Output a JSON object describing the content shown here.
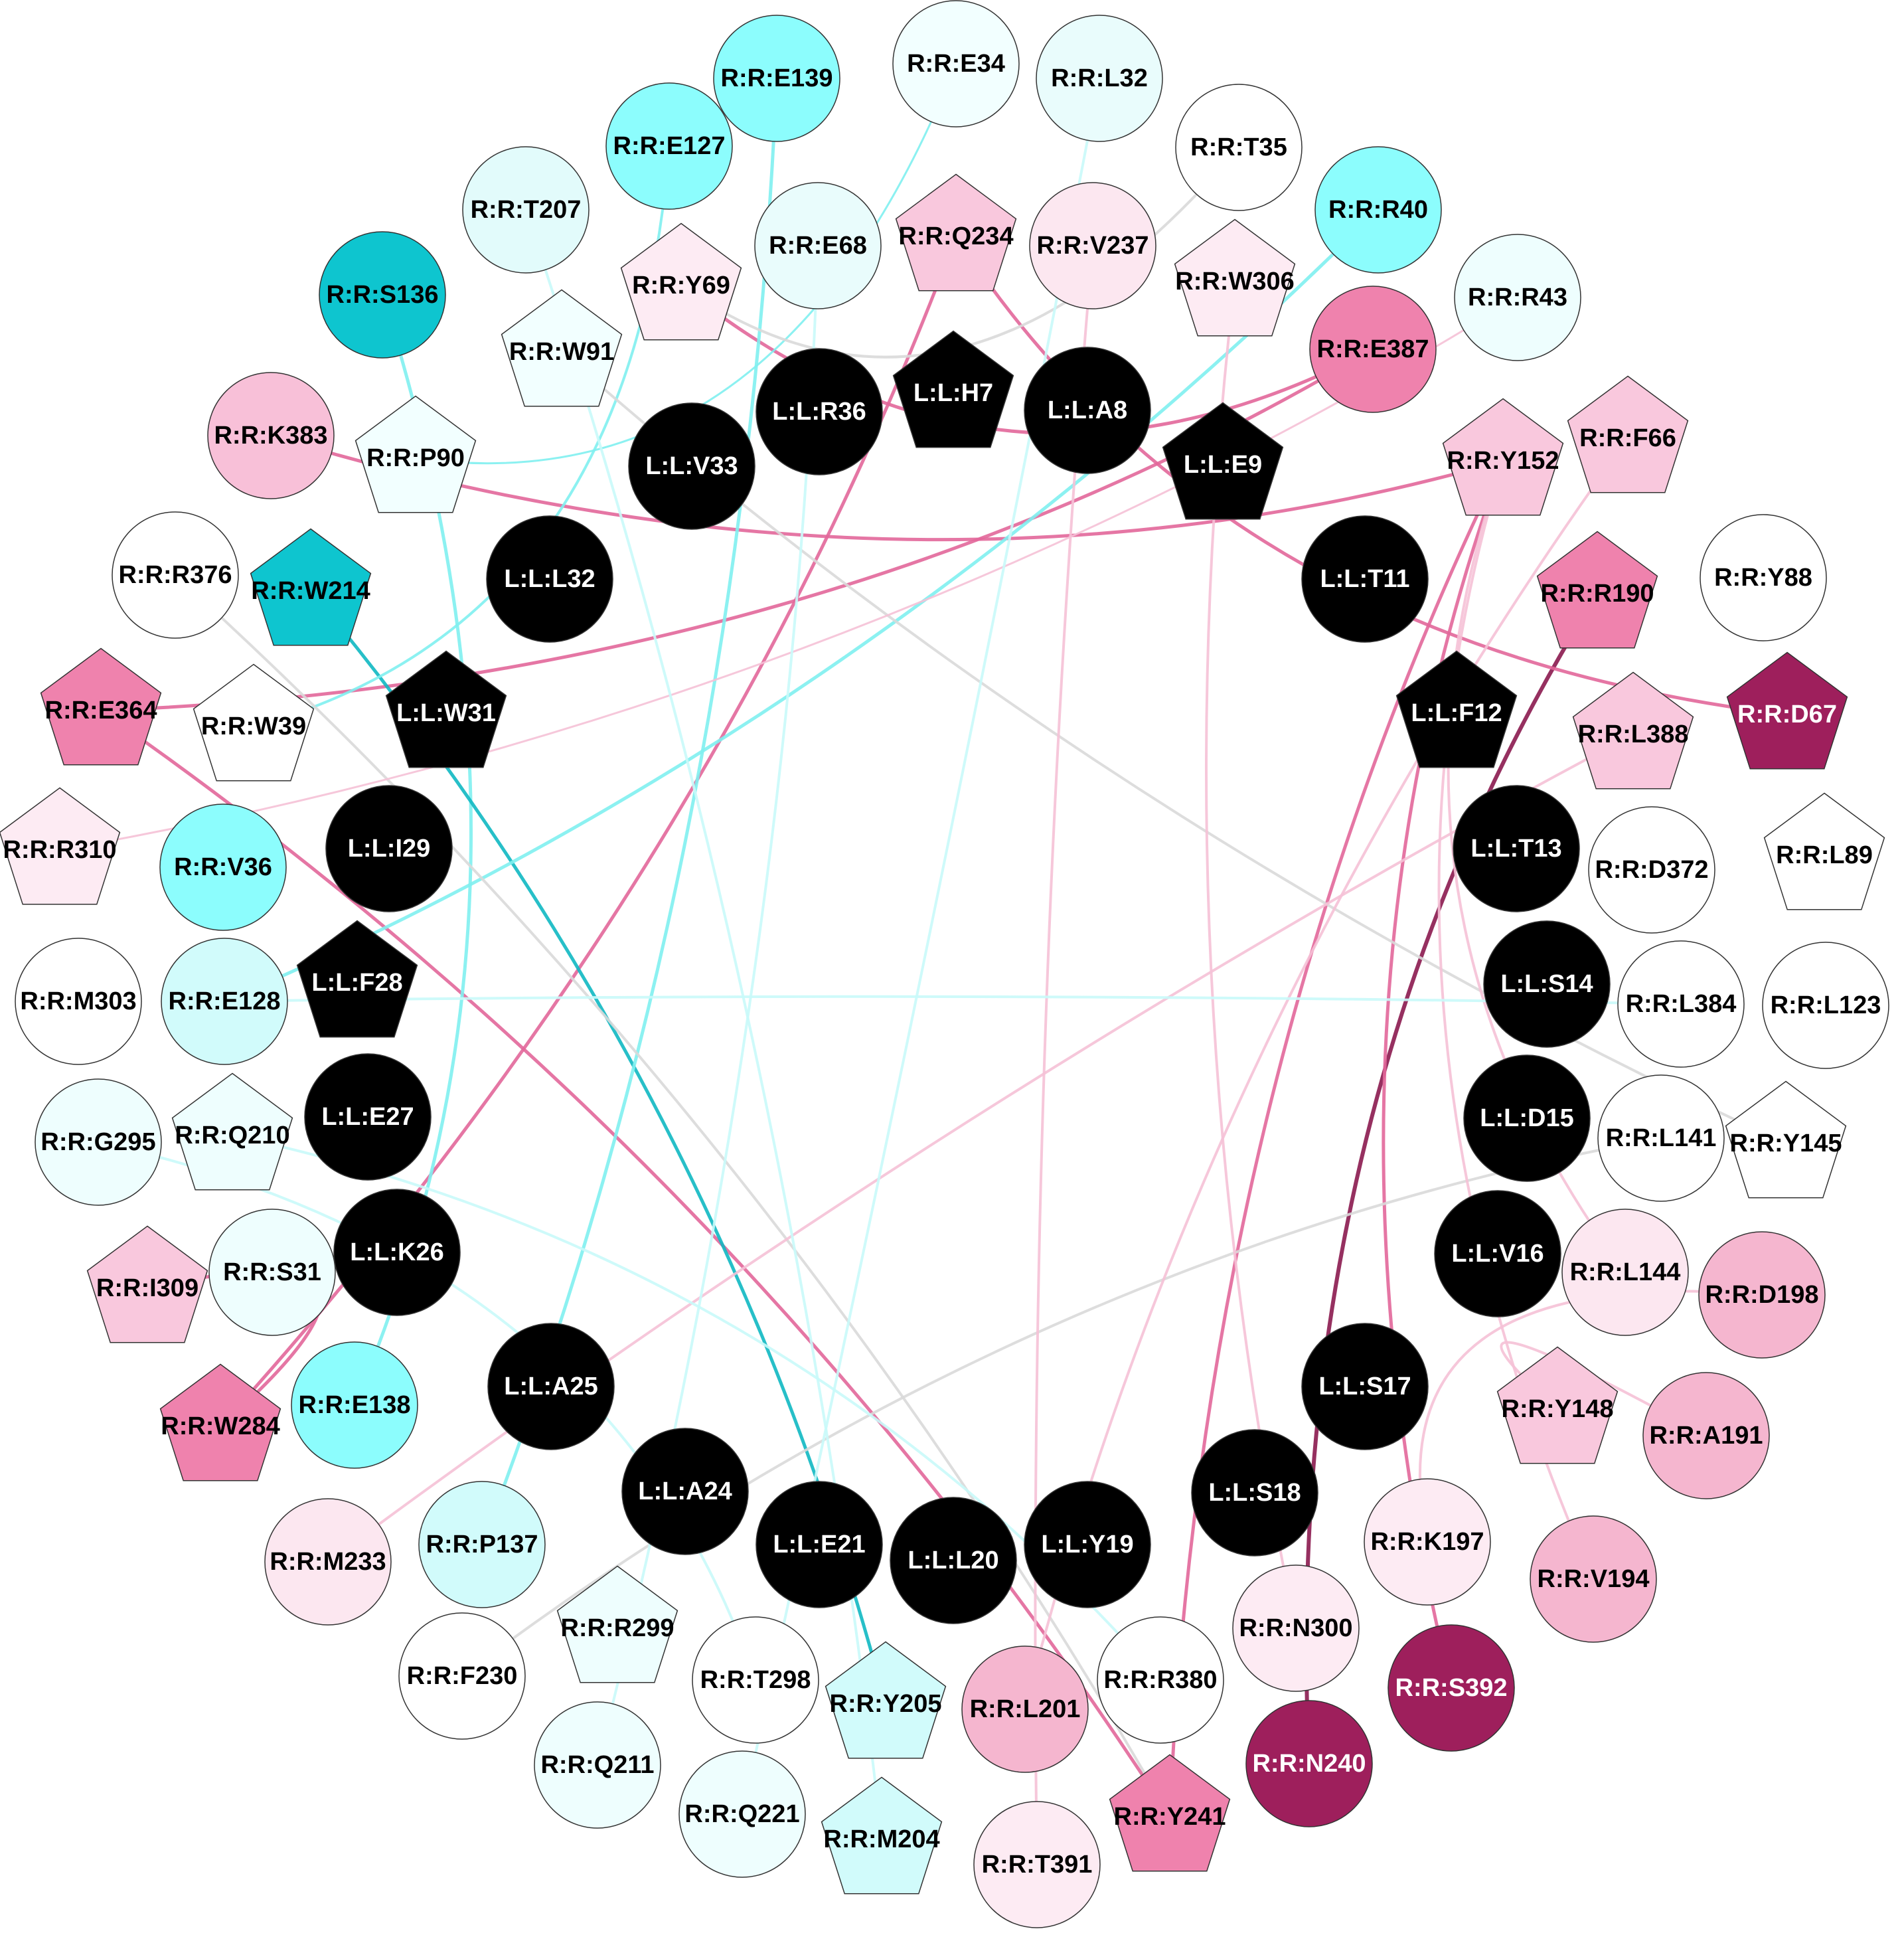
{
  "colors": {
    "ligand": "#000000",
    "ligand_text": "#ffffff",
    "node_stroke": "#333333",
    "edge_pink": "#e2679a",
    "edge_dark": "#8b1a4f",
    "edge_cyan": "#7fefef",
    "edge_teal": "#0fb8c2",
    "edge_gray": "#d9d9d9"
  },
  "nodes": [
    {
      "id": "R:R:E139",
      "shape": "circle",
      "fill": "#8cfdfd"
    },
    {
      "id": "R:R:E34",
      "shape": "circle",
      "fill": "#f2ffff"
    },
    {
      "id": "R:R:L32",
      "shape": "circle",
      "fill": "#e9fcfc"
    },
    {
      "id": "R:R:T35",
      "shape": "circle",
      "fill": "#ffffff"
    },
    {
      "id": "R:R:E127",
      "shape": "circle",
      "fill": "#8cfdfd"
    },
    {
      "id": "R:R:T207",
      "shape": "circle",
      "fill": "#e2fbfb"
    },
    {
      "id": "R:R:E68",
      "shape": "circle",
      "fill": "#e9fcfc"
    },
    {
      "id": "R:R:Q234",
      "shape": "pentagon",
      "fill": "#f9c8dd"
    },
    {
      "id": "R:R:V237",
      "shape": "circle",
      "fill": "#fce7f0"
    },
    {
      "id": "R:R:R40",
      "shape": "circle",
      "fill": "#8cfdfd"
    },
    {
      "id": "R:R:S136",
      "shape": "circle",
      "fill": "#0ec5cf"
    },
    {
      "id": "R:R:Y69",
      "shape": "pentagon",
      "fill": "#fdebf3"
    },
    {
      "id": "R:R:W306",
      "shape": "pentagon",
      "fill": "#fdebf3"
    },
    {
      "id": "R:R:R43",
      "shape": "circle",
      "fill": "#eefefe"
    },
    {
      "id": "R:R:W91",
      "shape": "pentagon",
      "fill": "#f2ffff"
    },
    {
      "id": "R:R:E387",
      "shape": "circle",
      "fill": "#ef82ad"
    },
    {
      "id": "R:R:K383",
      "shape": "circle",
      "fill": "#f8c0d8"
    },
    {
      "id": "R:R:P90",
      "shape": "pentagon",
      "fill": "#f2ffff"
    },
    {
      "id": "R:R:Y152",
      "shape": "pentagon",
      "fill": "#f9c8dd"
    },
    {
      "id": "R:R:F66",
      "shape": "pentagon",
      "fill": "#f9c8dd"
    },
    {
      "id": "R:R:R376",
      "shape": "circle",
      "fill": "#ffffff"
    },
    {
      "id": "R:R:W214",
      "shape": "pentagon",
      "fill": "#0ec5cf"
    },
    {
      "id": "R:R:R190",
      "shape": "pentagon",
      "fill": "#ef82ad"
    },
    {
      "id": "R:R:Y88",
      "shape": "circle",
      "fill": "#ffffff"
    },
    {
      "id": "R:R:E364",
      "shape": "pentagon",
      "fill": "#ef82ad"
    },
    {
      "id": "R:R:W39",
      "shape": "pentagon",
      "fill": "#ffffff"
    },
    {
      "id": "R:R:L388",
      "shape": "pentagon",
      "fill": "#f9c8dd"
    },
    {
      "id": "R:R:D67",
      "shape": "pentagon",
      "fill": "#9e1f5c",
      "text": "#ffffff"
    },
    {
      "id": "R:R:R310",
      "shape": "pentagon",
      "fill": "#fdebf3"
    },
    {
      "id": "R:R:V36",
      "shape": "circle",
      "fill": "#8cfdfd"
    },
    {
      "id": "R:R:D372",
      "shape": "circle",
      "fill": "#ffffff"
    },
    {
      "id": "R:R:L89",
      "shape": "pentagon",
      "fill": "#ffffff"
    },
    {
      "id": "R:R:M303",
      "shape": "circle",
      "fill": "#ffffff"
    },
    {
      "id": "R:R:E128",
      "shape": "circle",
      "fill": "#d1fbfb"
    },
    {
      "id": "R:R:L384",
      "shape": "circle",
      "fill": "#ffffff"
    },
    {
      "id": "R:R:L123",
      "shape": "circle",
      "fill": "#ffffff"
    },
    {
      "id": "R:R:G295",
      "shape": "circle",
      "fill": "#eefefe"
    },
    {
      "id": "R:R:Q210",
      "shape": "pentagon",
      "fill": "#eefefe"
    },
    {
      "id": "R:R:L141",
      "shape": "circle",
      "fill": "#ffffff"
    },
    {
      "id": "R:R:Y145",
      "shape": "pentagon",
      "fill": "#ffffff"
    },
    {
      "id": "R:R:I309",
      "shape": "pentagon",
      "fill": "#f9c8dd"
    },
    {
      "id": "R:R:S31",
      "shape": "circle",
      "fill": "#eefefe"
    },
    {
      "id": "R:R:L144",
      "shape": "circle",
      "fill": "#fce7f0"
    },
    {
      "id": "R:R:D198",
      "shape": "circle",
      "fill": "#f5b6cf"
    },
    {
      "id": "R:R:W284",
      "shape": "pentagon",
      "fill": "#ef82ad"
    },
    {
      "id": "R:R:E138",
      "shape": "circle",
      "fill": "#8cfdfd"
    },
    {
      "id": "R:R:Y148",
      "shape": "pentagon",
      "fill": "#f9c8dd"
    },
    {
      "id": "R:R:A191",
      "shape": "circle",
      "fill": "#f5b6cf"
    },
    {
      "id": "R:R:M233",
      "shape": "circle",
      "fill": "#fce7f0"
    },
    {
      "id": "R:R:P137",
      "shape": "circle",
      "fill": "#d1fbfb"
    },
    {
      "id": "R:R:K197",
      "shape": "circle",
      "fill": "#fdebf3"
    },
    {
      "id": "R:R:V194",
      "shape": "circle",
      "fill": "#f5b6cf"
    },
    {
      "id": "R:R:R299",
      "shape": "pentagon",
      "fill": "#eefefe"
    },
    {
      "id": "R:R:N300",
      "shape": "circle",
      "fill": "#fdebf3"
    },
    {
      "id": "R:R:F230",
      "shape": "circle",
      "fill": "#ffffff"
    },
    {
      "id": "R:R:T298",
      "shape": "circle",
      "fill": "#ffffff"
    },
    {
      "id": "R:R:Y205",
      "shape": "pentagon",
      "fill": "#d1fbfb"
    },
    {
      "id": "R:R:L201",
      "shape": "circle",
      "fill": "#f5b6cf"
    },
    {
      "id": "R:R:R380",
      "shape": "circle",
      "fill": "#ffffff"
    },
    {
      "id": "R:R:S392",
      "shape": "circle",
      "fill": "#9e1f5c",
      "text": "#ffffff"
    },
    {
      "id": "R:R:Q211",
      "shape": "circle",
      "fill": "#eefefe"
    },
    {
      "id": "R:R:N240",
      "shape": "circle",
      "fill": "#9e1f5c",
      "text": "#ffffff"
    },
    {
      "id": "R:R:Q221",
      "shape": "circle",
      "fill": "#eefefe"
    },
    {
      "id": "R:R:Y241",
      "shape": "pentagon",
      "fill": "#ef82ad"
    },
    {
      "id": "R:R:M204",
      "shape": "pentagon",
      "fill": "#d1fbfb"
    },
    {
      "id": "R:R:T391",
      "shape": "circle",
      "fill": "#fdebf3"
    },
    {
      "id": "L:L:R36",
      "shape": "circle",
      "fill": "#000000",
      "text": "#ffffff"
    },
    {
      "id": "L:L:H7",
      "shape": "pentagon",
      "fill": "#000000",
      "text": "#ffffff"
    },
    {
      "id": "L:L:A8",
      "shape": "circle",
      "fill": "#000000",
      "text": "#ffffff"
    },
    {
      "id": "L:L:V33",
      "shape": "circle",
      "fill": "#000000",
      "text": "#ffffff"
    },
    {
      "id": "L:L:E9",
      "shape": "pentagon",
      "fill": "#000000",
      "text": "#ffffff"
    },
    {
      "id": "L:L:L32",
      "shape": "circle",
      "fill": "#000000",
      "text": "#ffffff"
    },
    {
      "id": "L:L:T11",
      "shape": "circle",
      "fill": "#000000",
      "text": "#ffffff"
    },
    {
      "id": "L:L:W31",
      "shape": "pentagon",
      "fill": "#000000",
      "text": "#ffffff"
    },
    {
      "id": "L:L:F12",
      "shape": "pentagon",
      "fill": "#000000",
      "text": "#ffffff"
    },
    {
      "id": "L:L:I29",
      "shape": "circle",
      "fill": "#000000",
      "text": "#ffffff"
    },
    {
      "id": "L:L:T13",
      "shape": "circle",
      "fill": "#000000",
      "text": "#ffffff"
    },
    {
      "id": "L:L:F28",
      "shape": "pentagon",
      "fill": "#000000",
      "text": "#ffffff"
    },
    {
      "id": "L:L:S14",
      "shape": "circle",
      "fill": "#000000",
      "text": "#ffffff"
    },
    {
      "id": "L:L:E27",
      "shape": "circle",
      "fill": "#000000",
      "text": "#ffffff"
    },
    {
      "id": "L:L:D15",
      "shape": "circle",
      "fill": "#000000",
      "text": "#ffffff"
    },
    {
      "id": "L:L:K26",
      "shape": "circle",
      "fill": "#000000",
      "text": "#ffffff"
    },
    {
      "id": "L:L:V16",
      "shape": "circle",
      "fill": "#000000",
      "text": "#ffffff"
    },
    {
      "id": "L:L:S17",
      "shape": "circle",
      "fill": "#000000",
      "text": "#ffffff"
    },
    {
      "id": "L:L:A25",
      "shape": "circle",
      "fill": "#000000",
      "text": "#ffffff"
    },
    {
      "id": "L:L:A24",
      "shape": "circle",
      "fill": "#000000",
      "text": "#ffffff"
    },
    {
      "id": "L:L:S18",
      "shape": "circle",
      "fill": "#000000",
      "text": "#ffffff"
    },
    {
      "id": "L:L:E21",
      "shape": "circle",
      "fill": "#000000",
      "text": "#ffffff"
    },
    {
      "id": "L:L:L20",
      "shape": "circle",
      "fill": "#000000",
      "text": "#ffffff"
    },
    {
      "id": "L:L:Y19",
      "shape": "circle",
      "fill": "#000000",
      "text": "#ffffff"
    }
  ],
  "edges": [
    {
      "source": "R:R:K383",
      "target": "R:R:Y152",
      "color": "#e2679a",
      "width": 5
    },
    {
      "source": "R:R:Y69",
      "target": "R:R:E387",
      "color": "#e2679a",
      "width": 5
    },
    {
      "source": "R:R:E364",
      "target": "R:R:E387",
      "color": "#e2679a",
      "width": 5
    },
    {
      "source": "R:R:R190",
      "target": "R:R:N240",
      "color": "#8b1a4f",
      "width": 6
    },
    {
      "source": "R:R:Y152",
      "target": "R:R:S392",
      "color": "#e2679a",
      "width": 5
    },
    {
      "source": "R:R:Q234",
      "target": "R:R:D67",
      "color": "#e2679a",
      "width": 5
    },
    {
      "source": "R:R:E364",
      "target": "R:R:Y241",
      "color": "#e2679a",
      "width": 5
    },
    {
      "source": "R:R:W284",
      "target": "R:R:Q234",
      "color": "#e2679a",
      "width": 5
    },
    {
      "source": "R:R:W284",
      "target": "R:R:I309",
      "color": "#e2679a",
      "width": 5
    },
    {
      "source": "R:R:Y241",
      "target": "R:R:Y152",
      "color": "#e2679a",
      "width": 5
    },
    {
      "source": "R:R:S136",
      "target": "R:R:E138",
      "color": "#7fefef",
      "width": 5
    },
    {
      "source": "R:R:E138",
      "target": "R:R:Y19",
      "color": "#0fb8c2",
      "width": 6
    },
    {
      "source": "R:R:W214",
      "target": "R:R:Y205",
      "color": "#0fb8c2",
      "width": 5
    },
    {
      "source": "R:R:V36",
      "target": "R:R:F28",
      "color": "#0fb8c2",
      "width": 6
    },
    {
      "source": "R:R:R40",
      "target": "R:R:E128",
      "color": "#7fefef",
      "width": 5
    },
    {
      "source": "R:R:E139",
      "target": "R:R:P137",
      "color": "#7fefef",
      "width": 5
    },
    {
      "source": "R:R:E127",
      "target": "R:R:W39",
      "color": "#7fefef",
      "width": 4
    },
    {
      "source": "R:R:R299",
      "target": "R:R:S17",
      "color": "#7fefef",
      "width": 5
    },
    {
      "source": "R:R:S31",
      "target": "R:R:S17",
      "color": "#7fefef",
      "width": 5
    },
    {
      "source": "R:R:E34",
      "target": "R:R:P90",
      "color": "#7fefef",
      "width": 3
    },
    {
      "source": "R:R:W91",
      "target": "R:R:Y145",
      "color": "#d9d9d9",
      "width": 4
    },
    {
      "source": "R:R:T35",
      "target": "R:R:Y69",
      "color": "#d9d9d9",
      "width": 4
    },
    {
      "source": "R:R:R376",
      "target": "R:R:Y241",
      "color": "#d9d9d9",
      "width": 4
    },
    {
      "source": "R:R:F230",
      "target": "R:R:L141",
      "color": "#d9d9d9",
      "width": 4
    },
    {
      "source": "R:R:R43",
      "target": "R:R:R310",
      "color": "#f5c1d6",
      "width": 3
    },
    {
      "source": "R:R:V237",
      "target": "R:R:T391",
      "color": "#f5c1d6",
      "width": 4
    },
    {
      "source": "R:R:L388",
      "target": "R:R:M233",
      "color": "#f5c1d6",
      "width": 4
    },
    {
      "source": "R:R:D198",
      "target": "R:R:K197",
      "color": "#f5c1d6",
      "width": 4
    },
    {
      "source": "R:R:A191",
      "target": "R:R:Y148",
      "color": "#f5c1d6",
      "width": 4
    },
    {
      "source": "R:R:V194",
      "target": "R:R:Y152",
      "color": "#f5c1d6",
      "width": 4
    },
    {
      "source": "R:R:F66",
      "target": "R:R:L201",
      "color": "#f5c1d6",
      "width": 4
    },
    {
      "source": "R:R:N300",
      "target": "R:R:W306",
      "color": "#f5c1d6",
      "width": 4
    },
    {
      "source": "R:R:L144",
      "target": "R:R:Y152",
      "color": "#f5c1d6",
      "width": 4
    },
    {
      "source": "R:R:T207",
      "target": "R:R:M204",
      "color": "#c9f9f9",
      "width": 4
    },
    {
      "source": "R:R:Q211",
      "target": "R:R:E68",
      "color": "#c9f9f9",
      "width": 4
    },
    {
      "source": "R:R:L32",
      "target": "R:R:Q221",
      "color": "#c9f9f9",
      "width": 4
    },
    {
      "source": "R:R:G295",
      "target": "R:R:T298",
      "color": "#c9f9f9",
      "width": 4
    },
    {
      "source": "R:R:Q210",
      "target": "R:R:R380",
      "color": "#c9f9f9",
      "width": 4
    },
    {
      "source": "R:R:E128",
      "target": "R:R:L384",
      "color": "#c9f9f9",
      "width": 4
    }
  ]
}
